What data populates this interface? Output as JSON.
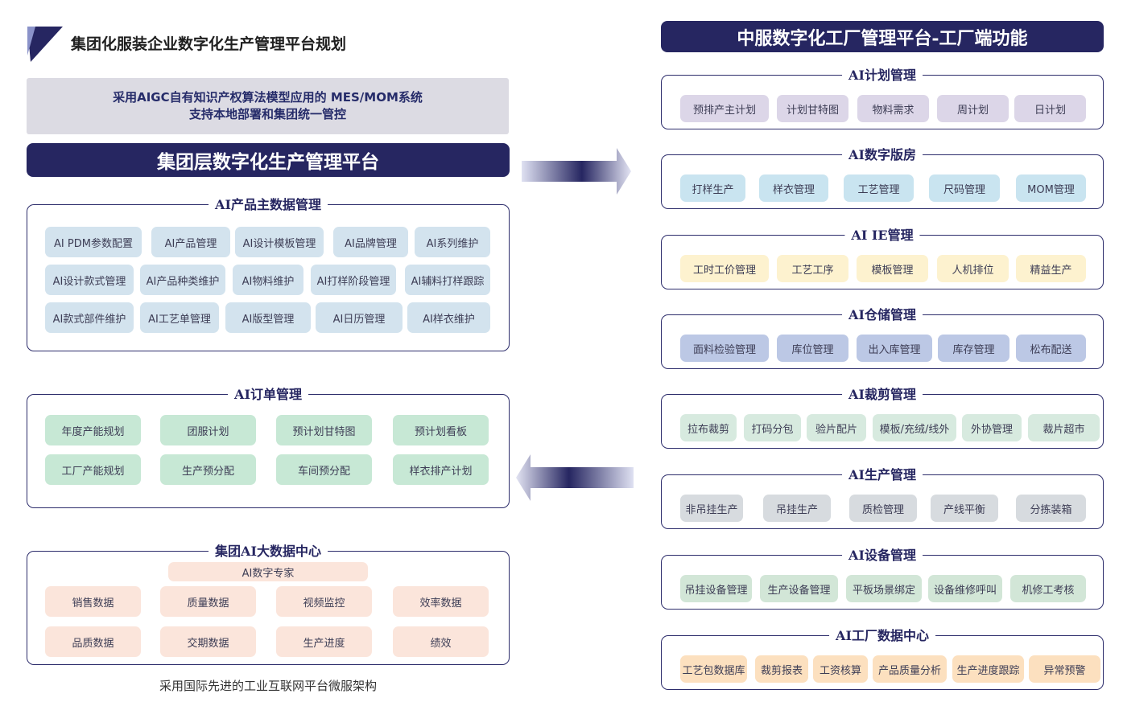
{
  "header": {
    "title": "集团化服装企业数字化生产管理平台规划"
  },
  "banner": {
    "line1": "采用AIGC自有知识产权算法模型应用的 MES/MOM系统",
    "line2": "支持本地部署和集团统一管控"
  },
  "group_platform": {
    "title": "集团层数字化生产管理平台"
  },
  "product_master": {
    "title": "AI产品主数据管理",
    "rows": [
      [
        "AI PDM参数配置",
        "AI产品管理",
        "AI设计模板管理",
        "AI品牌管理",
        "AI系列维护"
      ],
      [
        "AI设计款式管理",
        "AI产品种类维护",
        "AI物料维护",
        "AI打样阶段管理",
        "AI辅料打样跟踪"
      ],
      [
        "AI款式部件维护",
        "AI工艺单管理",
        "AI版型管理",
        "AI日历管理",
        "AI样衣维护"
      ]
    ]
  },
  "order_mgmt": {
    "title": "AI订单管理",
    "rows": [
      [
        "年度产能规划",
        "团服计划",
        "预计划甘特图",
        "预计划看板"
      ],
      [
        "工厂产能规划",
        "生产预分配",
        "车间预分配",
        "样衣排产计划"
      ]
    ]
  },
  "data_center": {
    "title": "集团AI大数据中心",
    "expert": "AI数字专家",
    "rows": [
      [
        "销售数据",
        "质量数据",
        "视频监控",
        "效率数据"
      ],
      [
        "品质数据",
        "交期数据",
        "生产进度",
        "绩效"
      ]
    ]
  },
  "footnote": "采用国际先进的工业互联网平台微服架构",
  "factory_platform": {
    "title": "中服数字化工厂管理平台-工厂端功能",
    "modules": [
      {
        "title": "AI计划管理",
        "items": [
          "预排产主计划",
          "计划甘特图",
          "物料需求",
          "周计划",
          "日计划"
        ]
      },
      {
        "title": "AI数字版房",
        "items": [
          "打样生产",
          "样衣管理",
          "工艺管理",
          "尺码管理",
          "MOM管理"
        ]
      },
      {
        "title": "AI IE管理",
        "items": [
          "工时工价管理",
          "工艺工序",
          "模板管理",
          "人机排位",
          "精益生产"
        ]
      },
      {
        "title": "AI仓储管理",
        "items": [
          "面料检验管理",
          "库位管理",
          "出入库管理",
          "库存管理",
          "松布配送"
        ]
      },
      {
        "title": "AI裁剪管理",
        "items": [
          "拉布裁剪",
          "打码分包",
          "验片配片",
          "模板/充绒/线外",
          "外协管理",
          "裁片超市"
        ]
      },
      {
        "title": "AI生产管理",
        "items": [
          "非吊挂生产",
          "吊挂生产",
          "质检管理",
          "产线平衡",
          "分拣装箱"
        ]
      },
      {
        "title": "AI设备管理",
        "items": [
          "吊挂设备管理",
          "生产设备管理",
          "平板场景绑定",
          "设备维修呼叫",
          "机修工考核"
        ]
      },
      {
        "title": "AI工厂数据中心",
        "items": [
          "工艺包数据库",
          "裁剪报表",
          "工资核算",
          "产品质量分析",
          "生产进度跟踪",
          "异常预警"
        ]
      }
    ]
  },
  "colors": {
    "navy": "#262661",
    "product_chip": "#d3e3ee",
    "order_chip": "#c7e8d5",
    "data_chip": "#fbe5db"
  }
}
